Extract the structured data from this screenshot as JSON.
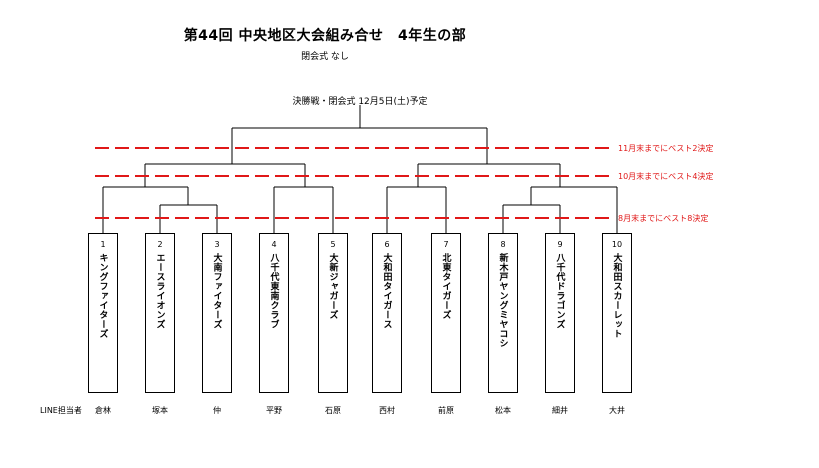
{
  "header": {
    "title": "第44回 中央地区大会組み合せ　4年生の部",
    "closing_ceremony": "閉会式 なし"
  },
  "final_round": {
    "label": "決勝戦・閉会式 12月5日(土)予定"
  },
  "deadlines": [
    {
      "text": "11月末までにベスト2決定",
      "color": "#e01818"
    },
    {
      "text": "10月末までにベスト4決定",
      "color": "#e01818"
    },
    {
      "text": "8月末までにベスト8決定",
      "color": "#e01818"
    }
  ],
  "teams": [
    {
      "num": "1",
      "name": "キングファイターズ"
    },
    {
      "num": "2",
      "name": "エースライオンズ"
    },
    {
      "num": "3",
      "name": "大南ファイターズ"
    },
    {
      "num": "4",
      "name": "八千代東南クラブ"
    },
    {
      "num": "5",
      "name": "大新ジャガーズ"
    },
    {
      "num": "6",
      "name": "大和田タイガース"
    },
    {
      "num": "7",
      "name": "北東タイガーズ"
    },
    {
      "num": "8",
      "name": "新木戸ヤングミヤコシ"
    },
    {
      "num": "9",
      "name": "八千代ドラゴンズ"
    },
    {
      "num": "10",
      "name": "大和田スカーレット"
    }
  ],
  "line_contacts": {
    "label": "LINE担当者",
    "people": [
      "倉林",
      "塚本",
      "仲",
      "平野",
      "石原",
      "西村",
      "前原",
      "松本",
      "細井",
      "大井"
    ]
  }
}
